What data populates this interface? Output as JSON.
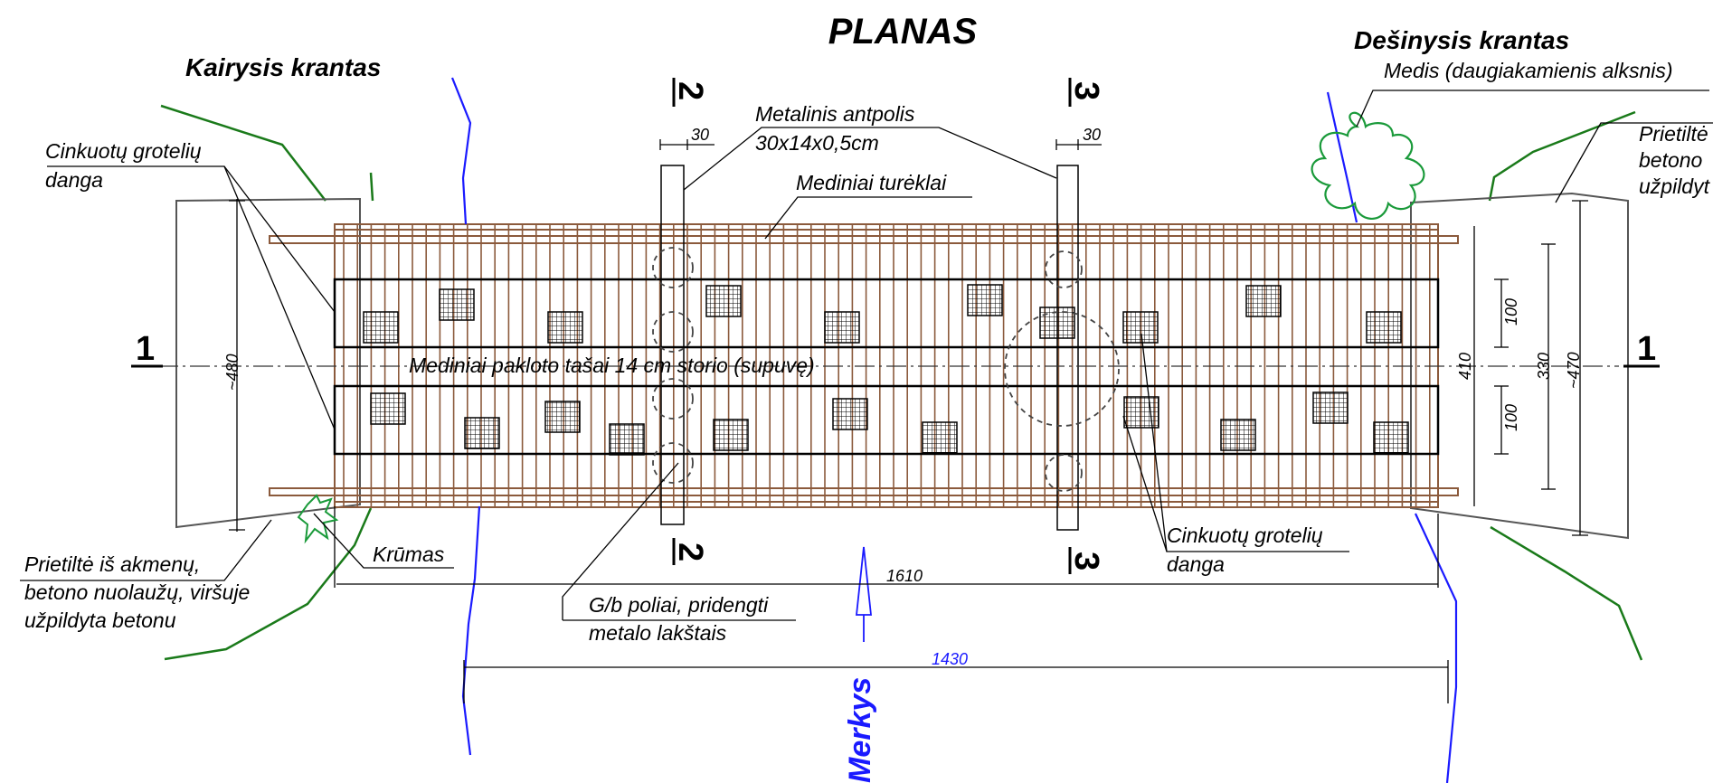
{
  "title": "PLANAS",
  "banks": {
    "left": "Kairysis krantas",
    "right": "Dešinysis krantas"
  },
  "labels": {
    "tree": "Medis (daugiakamienis alksnis)",
    "grating_top_line1": "Cinkuotų grotelių",
    "grating_top_line2": "danga",
    "antpolis_line1": "Metalinis antpolis",
    "antpolis_line2": "30x14x0,5cm",
    "railing": "Mediniai turėklai",
    "deck": "Mediniai pakloto tašai 14 cm storio (supuvę)",
    "abut_left_line1": "Prietiltė iš akmenų,",
    "abut_left_line2": "betono nuolaužų, viršuje",
    "abut_left_line3": "užpildyta betonu",
    "abut_right_line1": "Prietiltė",
    "abut_right_line2": "betono",
    "abut_right_line3": "užpildyt",
    "bush": "Krūmas",
    "piles_line1": "G/b poliai, pridengti",
    "piles_line2": "metalo lakštais",
    "grating_bottom_line1": "Cinkuotų grotelių",
    "grating_bottom_line2": "danga",
    "river": "Merkys"
  },
  "sections": {
    "s1": "1",
    "s2": "2",
    "s3": "3"
  },
  "dimensions": {
    "pile_width": "30",
    "left_abutment": "~480",
    "right_410": "410",
    "right_100_top": "100",
    "right_100_bottom": "100",
    "right_330": "330",
    "right_470": "~470",
    "bridge_length": "1610",
    "river_width": "1430"
  },
  "colors": {
    "lines": "#000000",
    "timber": "#8b5a3c",
    "river": "#1a1aff",
    "vegetation": "#1a7a1a",
    "piles": "#555555"
  }
}
